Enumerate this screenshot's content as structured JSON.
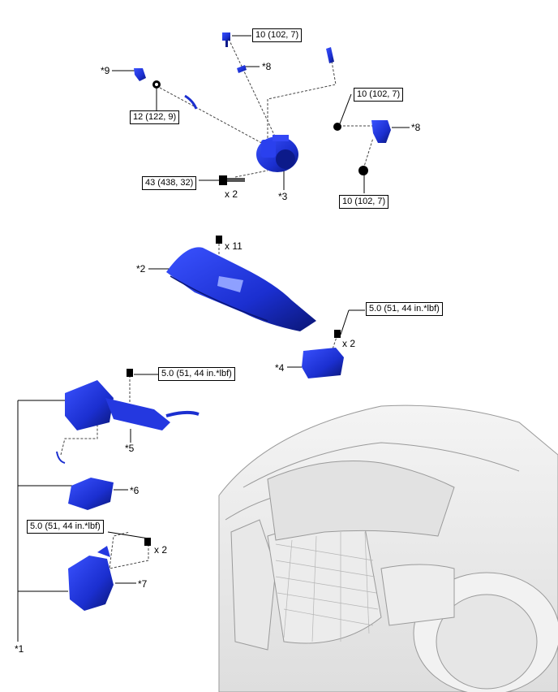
{
  "torque": {
    "t1": "10 (102, 7)",
    "t2": "12 (122, 9)",
    "t3": "43 (438, 32)",
    "t4": "10 (102, 7)",
    "t5": "10 (102, 7)",
    "t6": "5.0 (51, 44 in.*lbf)",
    "t7": "5.0 (51, 44 in.*lbf)",
    "t8": "5.0 (51, 44 in.*lbf)"
  },
  "callouts": {
    "c1": "*1",
    "c2": "*2",
    "c3": "*3",
    "c4": "*4",
    "c5": "*5",
    "c6": "*6",
    "c7": "*7",
    "c8a": "*8",
    "c8b": "*8",
    "c9": "*9"
  },
  "qty": {
    "q_alt": "x 2",
    "q_cowl": "x 11",
    "q_res": "x 2",
    "q_air": "x 2"
  },
  "colors": {
    "part": "#1b2fd0",
    "part_dark": "#0c1a8a",
    "line": "#444444",
    "ghost": "#d6d6d6"
  }
}
